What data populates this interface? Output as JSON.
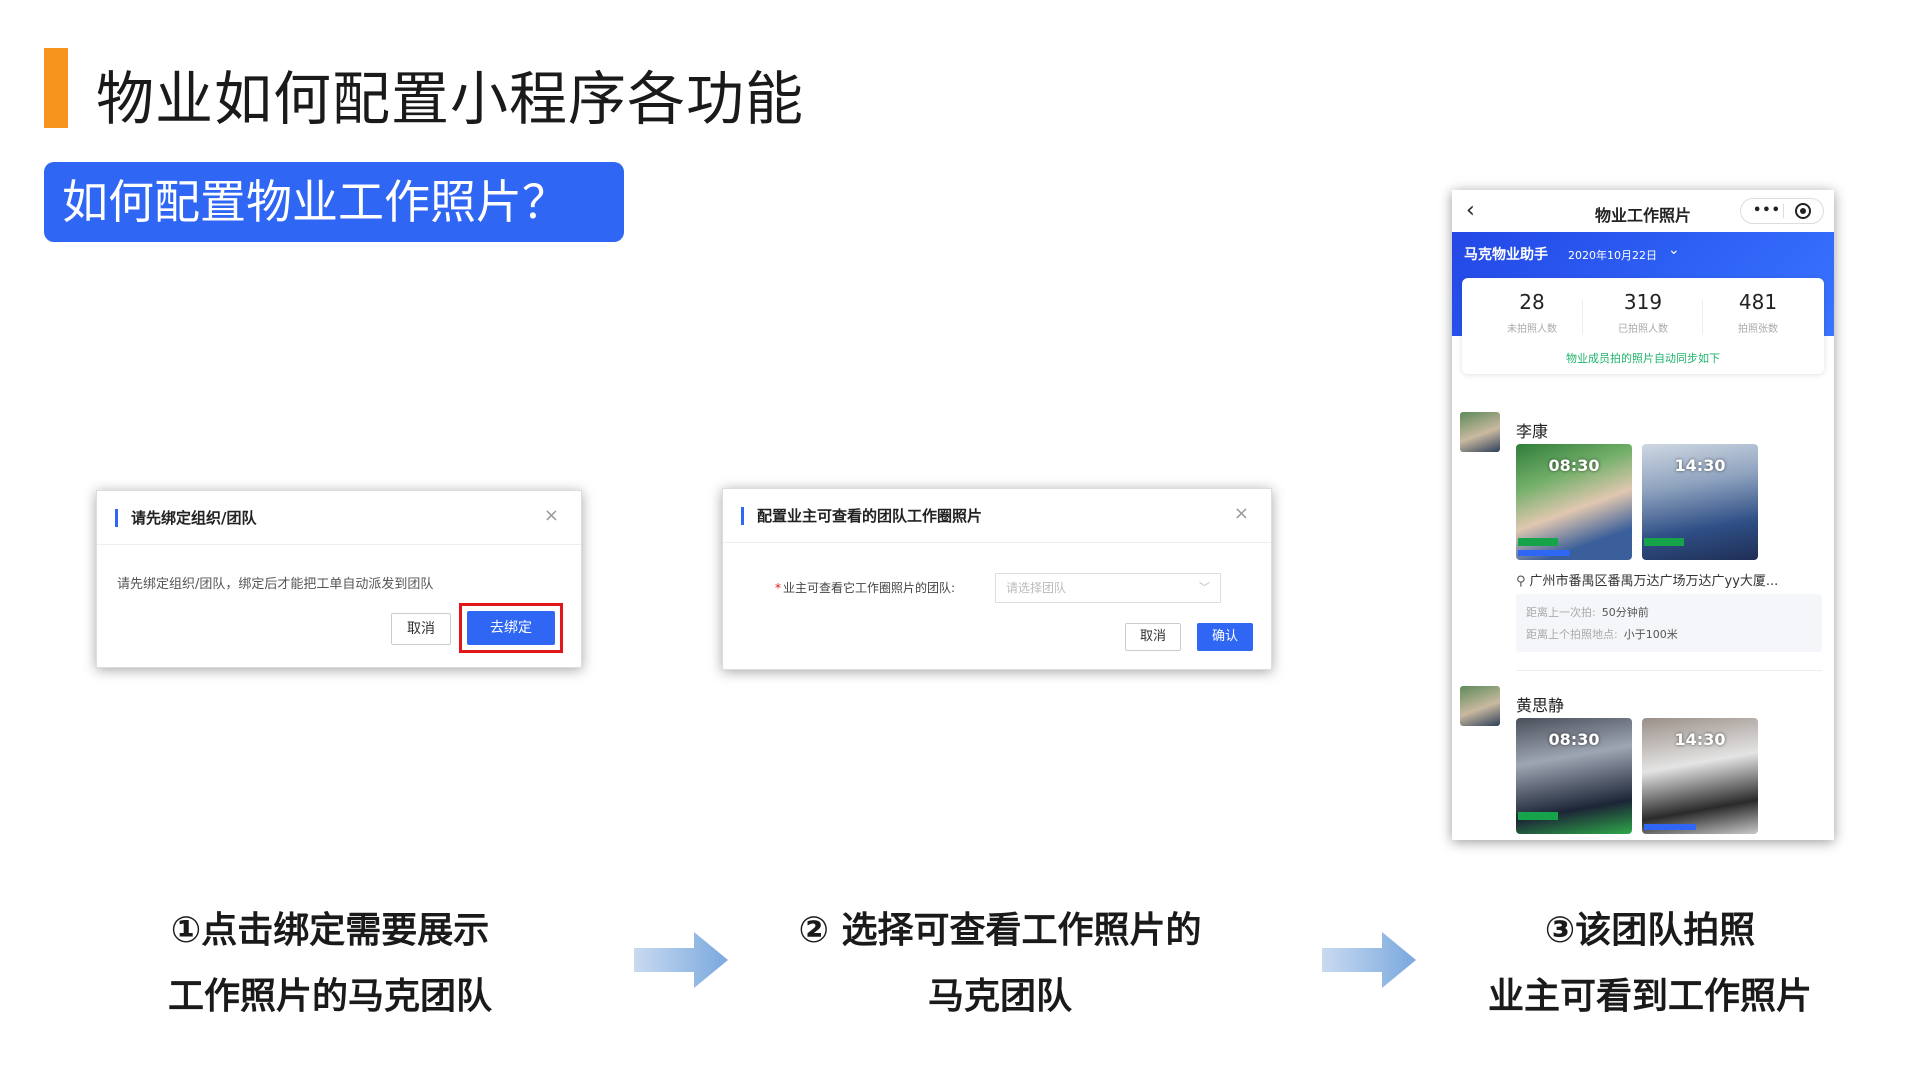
{
  "page": {
    "title": "物业如何配置小程序各功能",
    "subtitle": "如何配置物业工作照片？",
    "accent_color": "#f7941d",
    "brand_color": "#2f66f4"
  },
  "dialog1": {
    "title": "请先绑定组织/团队",
    "close_icon": "×",
    "message": "请先绑定组织/团队，绑定后才能把工单自动派发到团队",
    "cancel_label": "取消",
    "bind_label": "去绑定"
  },
  "dialog2": {
    "title": "配置业主可查看的团队工作圈照片",
    "close_icon": "×",
    "required_mark": "*",
    "field_label": "业主可查看它工作圈照片的团队:",
    "select_placeholder": "请选择团队",
    "cancel_label": "取消",
    "confirm_label": "确认"
  },
  "phone": {
    "nav_title": "物业工作照片",
    "org_name": "马克物业助手",
    "date": "2020年10月22日",
    "stats": [
      {
        "value": "28",
        "label": "未拍照人数"
      },
      {
        "value": "319",
        "label": "已拍照人数"
      },
      {
        "value": "481",
        "label": "拍照张数"
      }
    ],
    "sync_note": "物业成员拍的照片自动同步如下",
    "people": [
      {
        "name": "李康",
        "photos": [
          {
            "time": "08:30"
          },
          {
            "time": "14:30"
          }
        ],
        "location": "广州市番禺区番禺万达广场万达广yy大厦...",
        "meta": [
          {
            "label": "距离上一次拍:",
            "value": "50分钟前"
          },
          {
            "label": "距离上个拍照地点:",
            "value": "小于100米"
          }
        ]
      },
      {
        "name": "黄思静",
        "photos": [
          {
            "time": "08:30"
          },
          {
            "time": "14:30"
          }
        ]
      }
    ]
  },
  "steps": [
    {
      "line1": "①点击绑定需要展示",
      "line2": "工作照片的马克团队"
    },
    {
      "line1": "② 选择可查看工作照片的",
      "line2": "马克团队"
    },
    {
      "line1": "③该团队拍照",
      "line2": "业主可看到工作照片"
    }
  ]
}
